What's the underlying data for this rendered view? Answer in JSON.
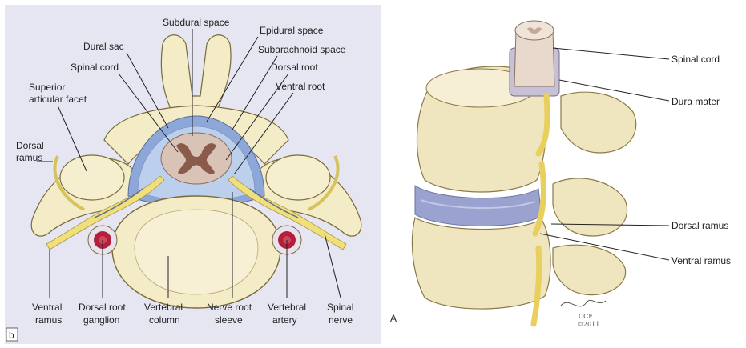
{
  "panel_b": {
    "letter": "b",
    "labels": {
      "subdural_space": "Subdural space",
      "epidural_space": "Epidural space",
      "dural_sac": "Dural sac",
      "subarachnoid_space": "Subarachnoid space",
      "spinal_cord": "Spinal cord",
      "dorsal_root": "Dorsal root",
      "superior_articular_facet_1": "Superior",
      "superior_articular_facet_2": "articular facet",
      "ventral_root": "Ventral root",
      "dorsal_ramus_1": "Dorsal",
      "dorsal_ramus_2": "ramus",
      "ventral_ramus_1": "Ventral",
      "ventral_ramus_2": "ramus",
      "dorsal_root_ganglion_1": "Dorsal root",
      "dorsal_root_ganglion_2": "ganglion",
      "vertebral_column_1": "Vertebral",
      "vertebral_column_2": "column",
      "nerve_root_sleeve_1": "Nerve root",
      "nerve_root_sleeve_2": "sleeve",
      "vertebral_artery_1": "Vertebral",
      "vertebral_artery_2": "artery",
      "spinal_nerve_1": "Spinal",
      "spinal_nerve_2": "nerve"
    }
  },
  "panel_a": {
    "letter": "A",
    "labels": {
      "spinal_cord": "Spinal cord",
      "dura_mater": "Dura mater",
      "dorsal_ramus": "Dorsal ramus",
      "ventral_ramus": "Ventral ramus"
    },
    "signature": {
      "line1": "CCF",
      "line2": "©2011"
    }
  },
  "colors": {
    "bone": "#f4ecc6",
    "bone_outline": "#7a6a3a",
    "panel_bg": "#e6e6f2",
    "dura_blue": "#8da8d8",
    "csf_blue": "#bcd0ee",
    "cord": "#d9c3b6",
    "grey_matter": "#8a5a4a",
    "nerve_yellow": "#f1df7a",
    "artery_red": "#b3203a",
    "disc_blue": "#9aa3cf"
  }
}
